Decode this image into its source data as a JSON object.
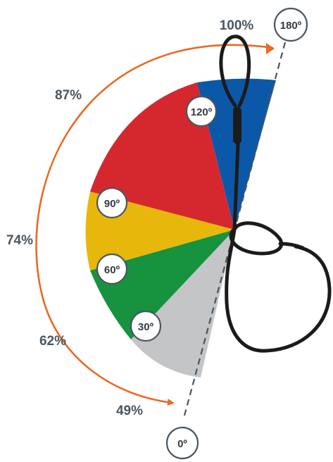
{
  "angle_labels": [
    "0º",
    "30º",
    "60º",
    "90º",
    "120º",
    "180º"
  ],
  "percent_labels": [
    "100%",
    "87%",
    "74%",
    "62%",
    "49%"
  ],
  "segments": [
    {
      "from": "0º",
      "to": "30º",
      "color": "#c3c5c7"
    },
    {
      "from": "30º",
      "to": "60º",
      "color": "#17923f"
    },
    {
      "from": "60º",
      "to": "90º",
      "color": "#e7b70c"
    },
    {
      "from": "90º",
      "to": "120º",
      "color": "#d4282e"
    },
    {
      "from": "120º",
      "to": "180º",
      "color": "#0b58a8"
    }
  ],
  "colors": {
    "arrow": "#e96a24",
    "sling": "#1b1b1b",
    "axis_line": "#4a5660",
    "label_text": "#4a5660"
  }
}
